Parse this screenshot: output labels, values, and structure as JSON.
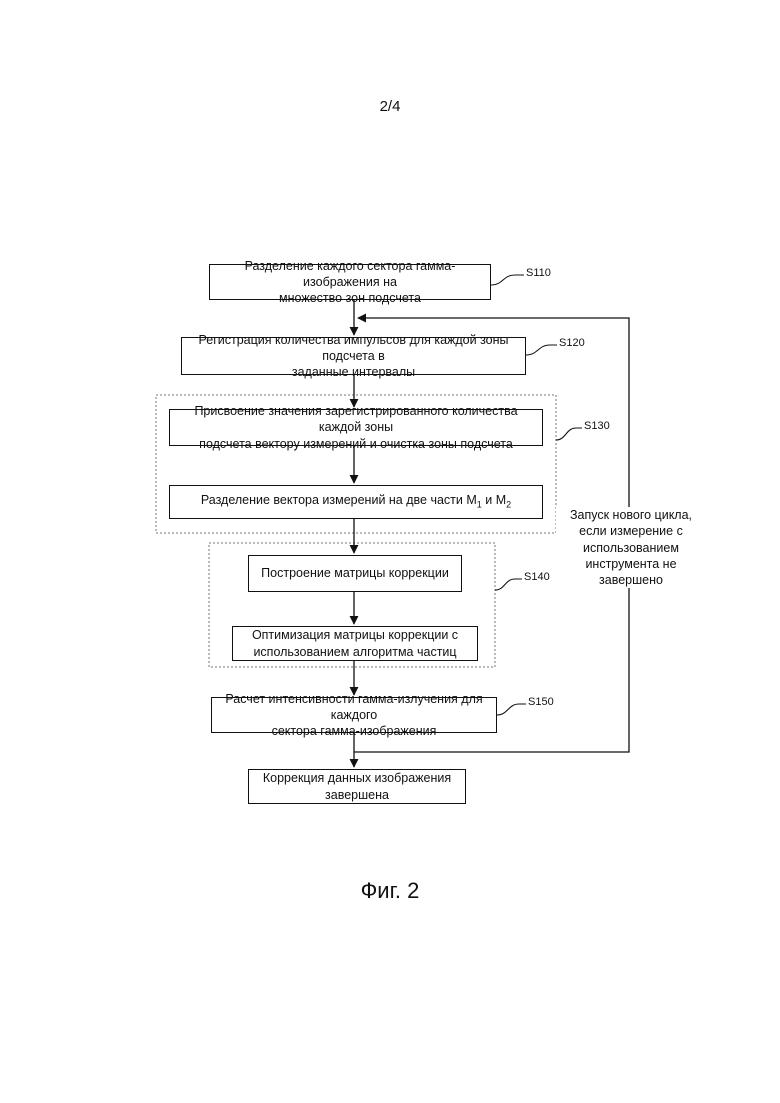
{
  "page_number": "2/4",
  "figure_caption": "Фиг. 2",
  "steps": {
    "s110": {
      "id": "S110",
      "line1": "Разделение каждого сектора гамма-изображения на",
      "line2": "множество зон подсчета"
    },
    "s120": {
      "id": "S120",
      "line1": "Регистрация количества импульсов для каждой зоны подсчета в",
      "line2": "заданные интервалы"
    },
    "s130": {
      "id": "S130",
      "box_a_line1": "Присвоение значения зарегистрированного количества каждой зоны",
      "box_a_line2": "подсчета вектору измерений и очистка зоны подсчета",
      "box_b_text": "Разделение вектора измерений на две части M",
      "box_b_sub1": "1",
      "box_b_and": " и M",
      "box_b_sub2": "2"
    },
    "s140": {
      "id": "S140",
      "box_a_text": "Построение матрицы коррекции",
      "box_b_line1": "Оптимизация матрицы коррекции с",
      "box_b_line2": "использованием алгоритма частиц"
    },
    "s150": {
      "id": "S150",
      "line1": "Расчет интенсивности гамма-излучения для каждого",
      "line2": "сектора гамма-изображения"
    },
    "final": {
      "text": "Коррекция данных изображения завершена"
    }
  },
  "loop_label": {
    "line1": "Запуск нового цикла,",
    "line2": "если измерение с",
    "line3": "использованием",
    "line4": "инструмента не завершено"
  }
}
